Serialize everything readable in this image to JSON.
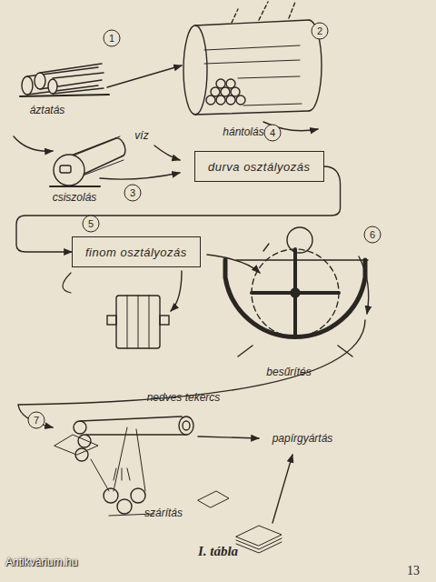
{
  "diagram": {
    "caption": "I. tábla",
    "nodes": [
      {
        "text": [
          "durva osztályozás"
        ]
      },
      {
        "text": [
          "finom osztályozás"
        ]
      }
    ],
    "edges": [
      {
        "from": 0,
        "to": 1,
        "arrow": "to"
      }
    ],
    "labels": [
      "1",
      "áztatás",
      "2",
      "hántolás",
      "víz",
      "3",
      "csiszolás",
      "4",
      "5",
      "6",
      "besűrítés",
      "7",
      "nedves tekercs",
      "papírgyártás",
      "szárítás",
      "13",
      "Antikvárium.hu"
    ]
  }
}
